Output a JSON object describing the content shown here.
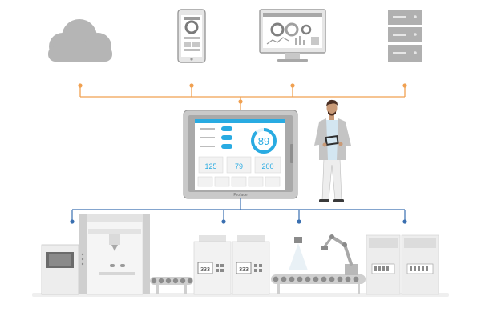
{
  "colors": {
    "orange_line": "#F0A050",
    "blue_line": "#3A6FB0",
    "hmi_accent": "#29ABE2",
    "device_gray": "#BDBDBD",
    "device_dark": "#8C8C8C"
  },
  "top_devices": [
    {
      "name": "cloud",
      "icon": "cloud-icon"
    },
    {
      "name": "smartphone",
      "icon": "smartphone-icon"
    },
    {
      "name": "monitor-dashboard",
      "icon": "monitor-icon"
    },
    {
      "name": "server",
      "icon": "server-icon"
    }
  ],
  "hmi": {
    "brand": "Proface",
    "gauge_value": "89",
    "values": [
      "125",
      "79",
      "200"
    ]
  },
  "machines": {
    "counter_a": "333",
    "counter_b": "333"
  }
}
